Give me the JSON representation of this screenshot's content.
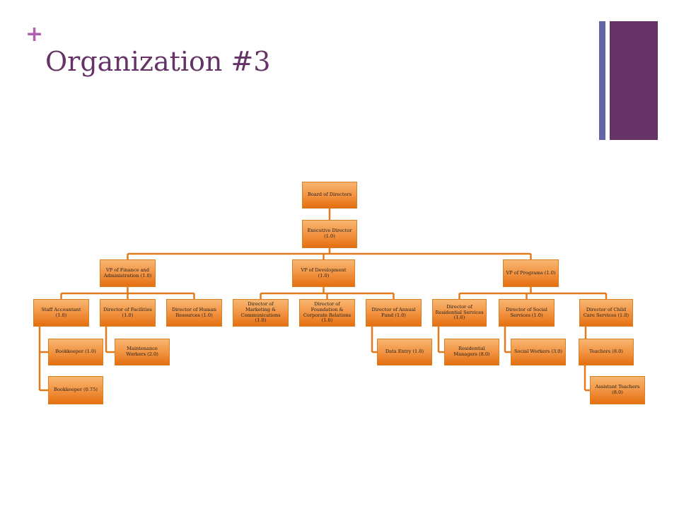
{
  "slide": {
    "title": "Organization #3",
    "plus": "+"
  },
  "chart_data": {
    "type": "org-chart",
    "nodes": [
      {
        "id": "board",
        "label": "Board of Directors"
      },
      {
        "id": "ed",
        "label": "Executive Director (1.0)",
        "parent": "board"
      },
      {
        "id": "vpfa",
        "label": "VP of Finance and Administration (1.0)",
        "parent": "ed"
      },
      {
        "id": "vpdev",
        "label": "VP of Development (1.0)",
        "parent": "ed"
      },
      {
        "id": "vpprog",
        "label": "VP of Programs (1.0)",
        "parent": "ed"
      },
      {
        "id": "staffacct",
        "label": "Staff Accountant (1.0)",
        "parent": "vpfa"
      },
      {
        "id": "dirfac",
        "label": "Director of Facilities (1.0)",
        "parent": "vpfa"
      },
      {
        "id": "dirhr",
        "label": "Director of Human Resources (1.0)",
        "parent": "vpfa"
      },
      {
        "id": "bk1",
        "label": "Bookkeeper (1.0)",
        "parent": "staffacct"
      },
      {
        "id": "bk2",
        "label": "Bookkeeper (0.75)",
        "parent": "staffacct"
      },
      {
        "id": "maint",
        "label": "Maintenance Workers (2.0)",
        "parent": "dirfac"
      },
      {
        "id": "dirmkt",
        "label": "Director of Marketing & Communications (1.0)",
        "parent": "vpdev"
      },
      {
        "id": "dirfound",
        "label": "Director of Foundation & Corporate Relations (1.0)",
        "parent": "vpdev"
      },
      {
        "id": "dirannual",
        "label": "Director of Annual Fund (1.0)",
        "parent": "vpdev"
      },
      {
        "id": "dataentry",
        "label": "Data Entry (1.0)",
        "parent": "dirannual"
      },
      {
        "id": "dirres",
        "label": "Director of Residential Services (1.0)",
        "parent": "vpprog"
      },
      {
        "id": "dirsoc",
        "label": "Director of Social Services (1.0)",
        "parent": "vpprog"
      },
      {
        "id": "dirchild",
        "label": "Director of Child Care Services (1.0)",
        "parent": "vpprog"
      },
      {
        "id": "resmgr",
        "label": "Residential Managers (8.0)",
        "parent": "dirres"
      },
      {
        "id": "socwork",
        "label": "Social Workers (3.0)",
        "parent": "dirsoc"
      },
      {
        "id": "teachers",
        "label": "Teachers (8.0)",
        "parent": "dirchild"
      },
      {
        "id": "asstteach",
        "label": "Assistant Teachers (8.0)",
        "parent": "teachers"
      }
    ]
  },
  "colors": {
    "plus": "#b05fb0",
    "title": "#663366",
    "bar_thin": "#6464a6",
    "bar_thick": "#663366",
    "connector": "#e07a1c"
  }
}
